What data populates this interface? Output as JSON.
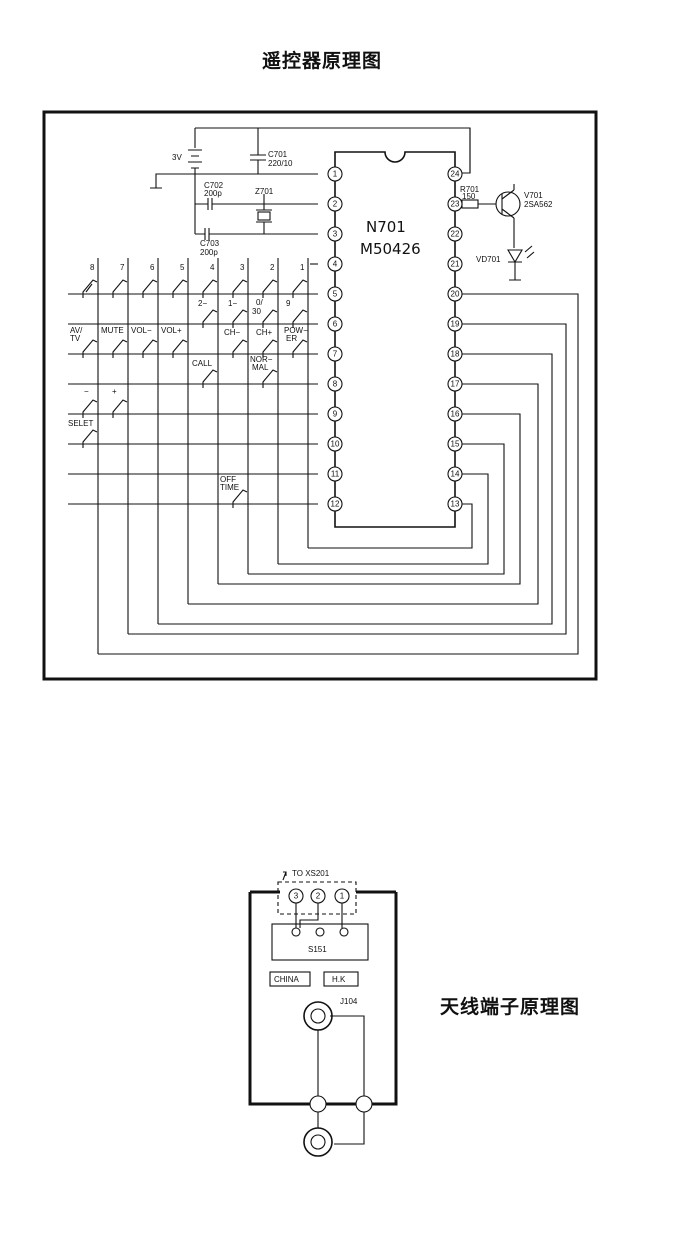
{
  "titles": {
    "remote": "遥控器原理图",
    "antenna": "天线端子原理图"
  },
  "remote": {
    "ic_name": "N701",
    "ic_part": "M50426",
    "battery": "3V",
    "c701": [
      "C701",
      "220/10"
    ],
    "c702": [
      "C702",
      "200p"
    ],
    "c703": [
      "C703",
      "200p"
    ],
    "z701": "Z701",
    "r701": [
      "R701",
      "150"
    ],
    "v701": [
      "V701",
      "2SA562"
    ],
    "vd701": "VD701",
    "left_pins": [
      "1",
      "2",
      "3",
      "4",
      "5",
      "6",
      "7",
      "8",
      "9",
      "10",
      "11",
      "12"
    ],
    "right_pins": [
      "24",
      "23",
      "22",
      "21",
      "20",
      "19",
      "18",
      "17",
      "16",
      "15",
      "14",
      "13"
    ],
    "col_numbers": [
      "8",
      "7",
      "6",
      "5",
      "4",
      "3",
      "2",
      "1"
    ],
    "key_labels": {
      "k2m": "2−",
      "k1m": "1−",
      "k0_30a": "0/",
      "k0_30b": "30",
      "k9": "9",
      "av_a": "AV/",
      "av_b": "TV",
      "mute": "MUTE",
      "volm": "VOL−",
      "volp": "VOL+",
      "chm": "CH−",
      "chp": "CH+",
      "pow_a": "POW−",
      "pow_b": "ER",
      "call": "CALL",
      "nor_a": "NOR−",
      "nor_b": "MAL",
      "minus": "−",
      "plus": "+",
      "selet": "SELET",
      "off_a": "OFF",
      "off_b": "TIME"
    }
  },
  "antenna": {
    "to_label": "TO  XS201",
    "conn_pins": [
      "3",
      "2",
      "1"
    ],
    "switch": "S151",
    "china": "CHINA",
    "hk": "H.K",
    "jack": "J104"
  }
}
